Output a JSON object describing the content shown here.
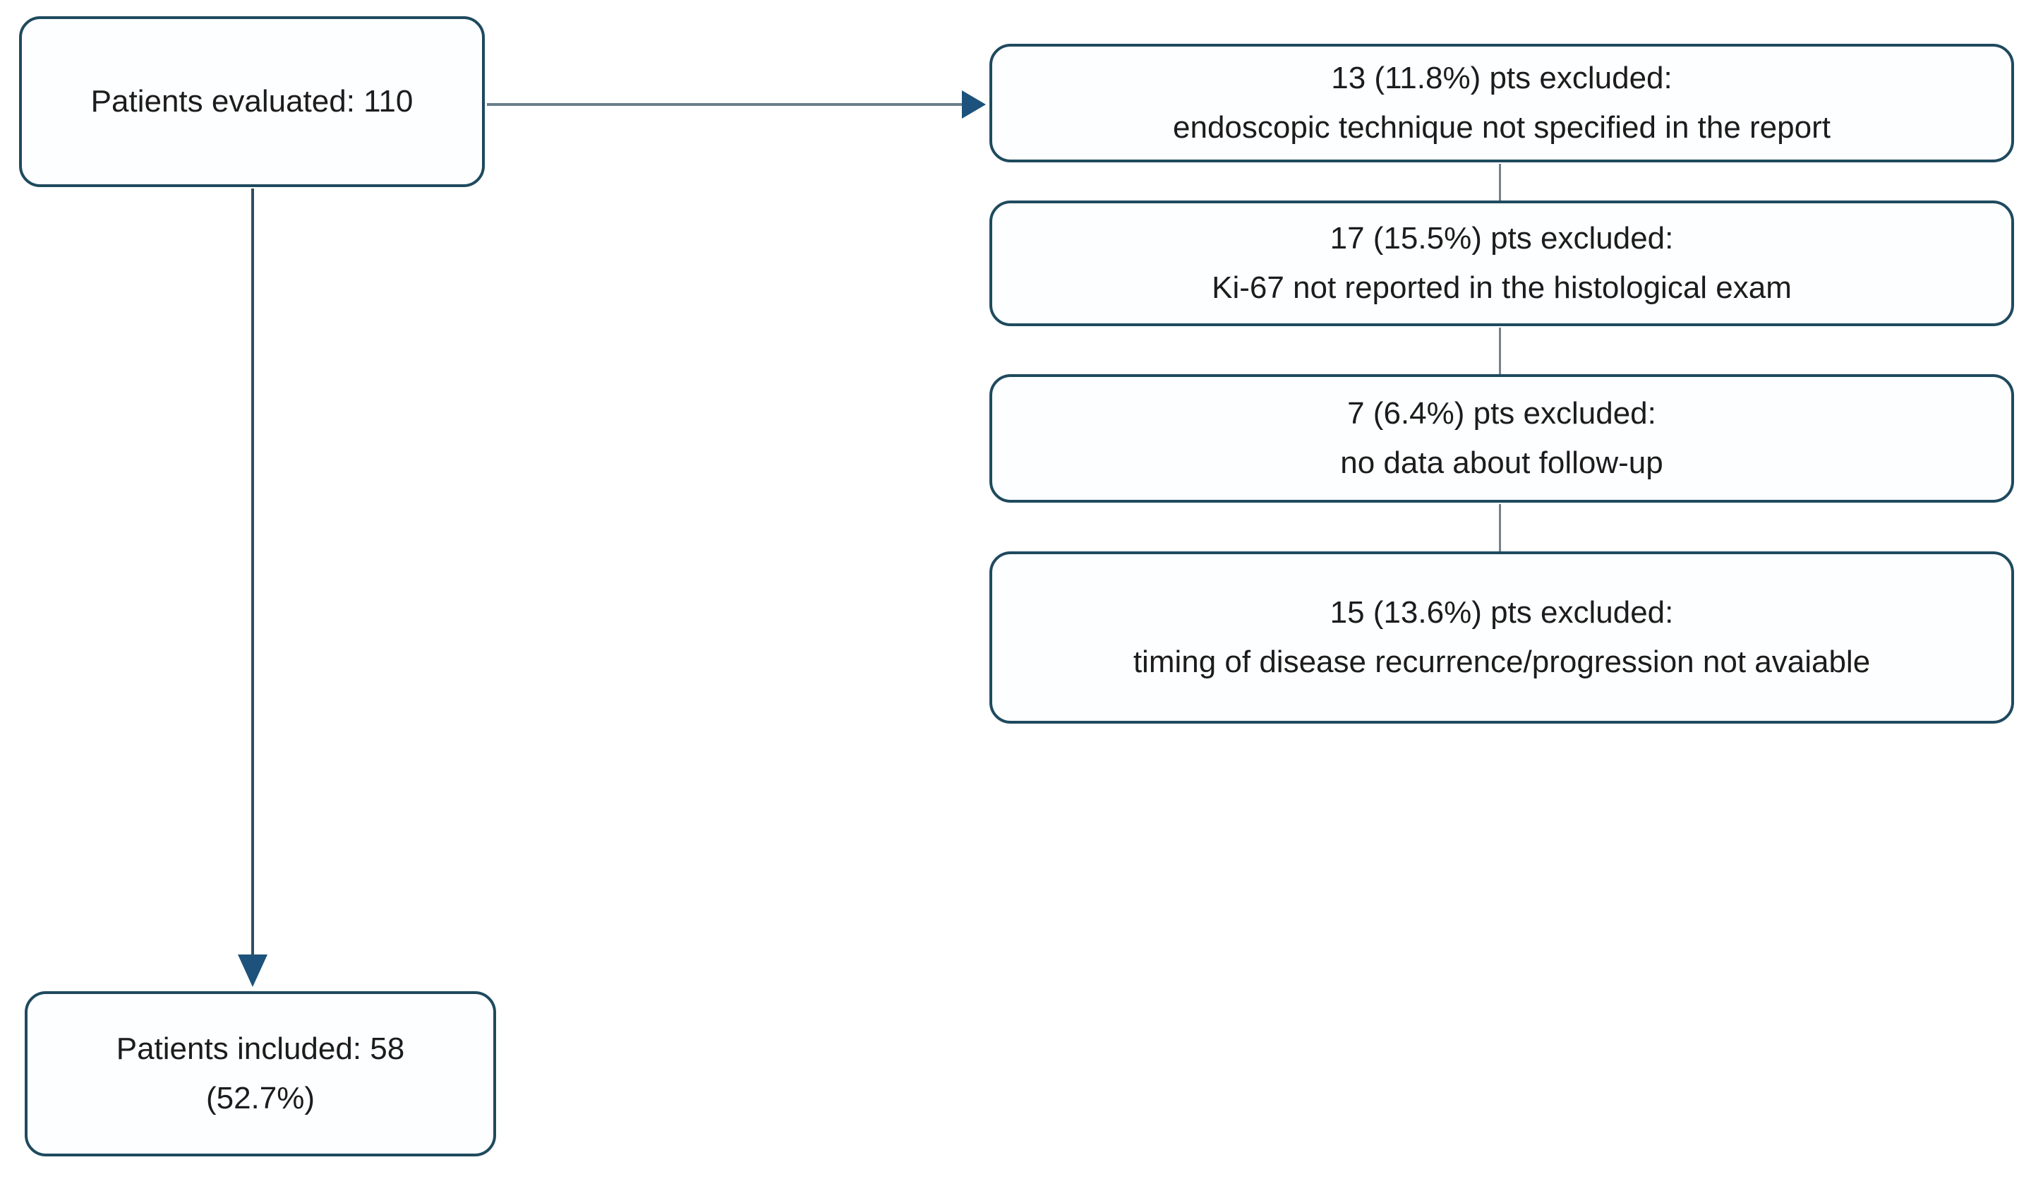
{
  "diagram": {
    "type": "flowchart",
    "colors": {
      "box_border": "#1f4a5e",
      "box_fill": "#fdfeff",
      "text": "#1c1c1c",
      "h_line": "#6b7f8a",
      "v_line": "#2f5062",
      "connector": "#75828c",
      "arrowhead": "#1c527b",
      "background": "#ffffff"
    },
    "nodes": {
      "evaluated": {
        "text": "Patients evaluated: 110"
      },
      "included": {
        "line1": "Patients included: 58",
        "line2": "(52.7%)"
      },
      "excluded": [
        {
          "line1": "13 (11.8%) pts excluded:",
          "line2": "endoscopic technique not specified in the report"
        },
        {
          "line1": "17 (15.5%) pts excluded:",
          "line2": "Ki-67 not reported in the histological exam"
        },
        {
          "line1": "7 (6.4%) pts excluded:",
          "line2": "no data about follow-up"
        },
        {
          "line1": "15 (13.6%) pts excluded:",
          "line2": "timing of disease recurrence/progression not avaiable"
        }
      ]
    }
  }
}
